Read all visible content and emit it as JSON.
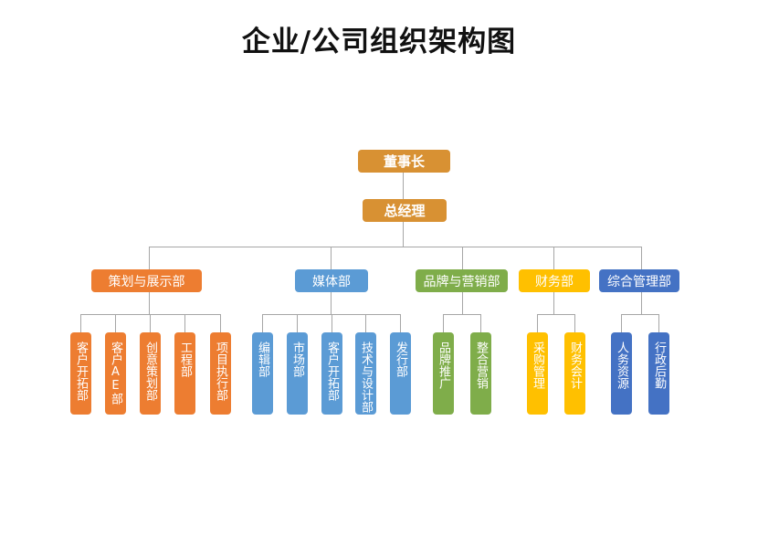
{
  "title": "企业/公司组织架构图",
  "top": {
    "chairman": "董事长",
    "gm": "总经理"
  },
  "departments": [
    {
      "name": "策划与展示部",
      "color": "#ED7D31",
      "subs": [
        "客户开拓部",
        "客户AE部",
        "创意策划部",
        "工程部",
        "项目执行部"
      ]
    },
    {
      "name": "媒体部",
      "color": "#5B9BD5",
      "subs": [
        "编辑部",
        "市场部",
        "客户开拓部",
        "技术与设计部",
        "发行部"
      ]
    },
    {
      "name": "品牌与营销部",
      "color": "#7FAD4A",
      "subs": [
        "品牌推广",
        "整合营销"
      ]
    },
    {
      "name": "财务部",
      "color": "#FFC000",
      "subs": [
        "采购管理",
        "财务会计"
      ]
    },
    {
      "name": "综合管理部",
      "color": "#4472C4",
      "subs": [
        "人务资源",
        "行政后勤"
      ]
    }
  ]
}
